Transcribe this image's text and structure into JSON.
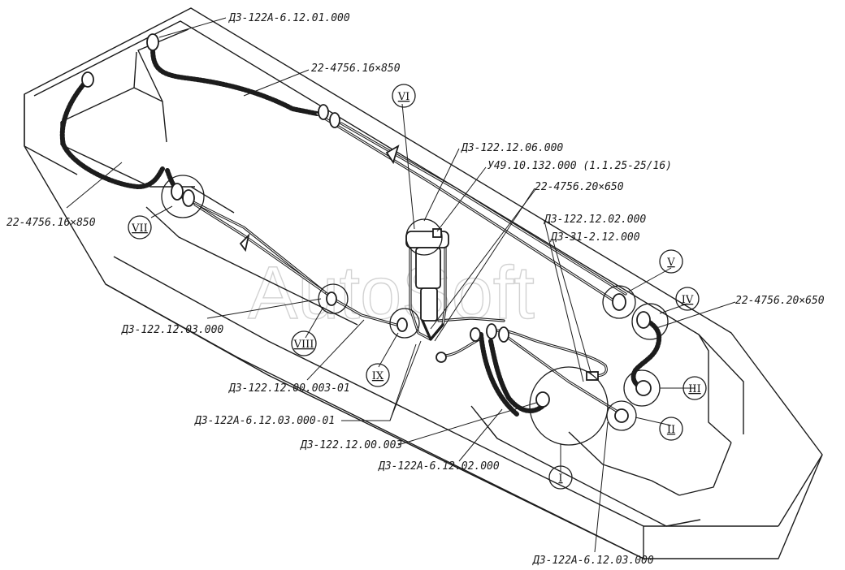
{
  "watermark": "AutoSoft",
  "part_labels": {
    "l1": "ДЗ-122А-6.12.01.000",
    "l2": "22-4756.16×850",
    "l3": "ДЗ-122.12.06.000",
    "l4": "У49.10.132.000 (1.1.25-25/16)",
    "l5": "22-4756.20×650",
    "l6": "ДЗ-122.12.02.000",
    "l7": "ДЗ-31-2.12.000",
    "l8": "22-4756.16×850",
    "l9": "22-4756.20×650",
    "l10": "ДЗ-122.12.03.000",
    "l11": "ДЗ-122.12.00.003-01",
    "l12": "ДЗ-122А-6.12.03.000-01",
    "l13": "ДЗ-122.12.00.003",
    "l14": "ДЗ-122А-6.12.02.000",
    "l15": "ДЗ-122А-6.12.03.000"
  },
  "roman_callouts": {
    "I": "I",
    "II": "II",
    "III": "III",
    "IV": "IV",
    "V": "V",
    "VI": "VI",
    "VII": "VII",
    "VIII": "VIII",
    "IX": "IX"
  }
}
